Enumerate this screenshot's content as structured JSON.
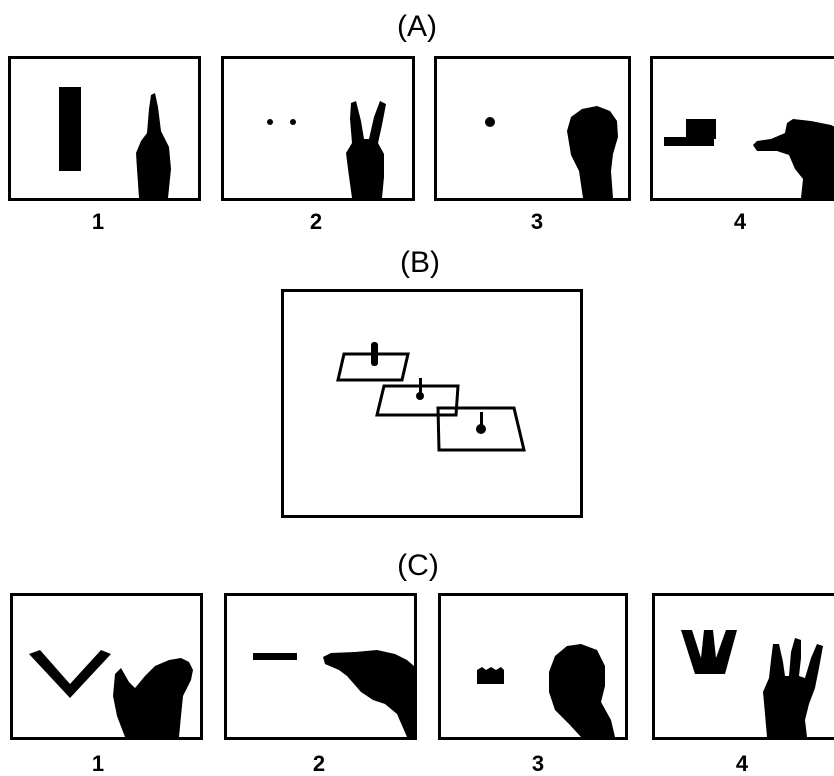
{
  "figure": {
    "section_a": {
      "label": "(A)",
      "panel_numbers": [
        "1",
        "2",
        "3",
        "4"
      ]
    },
    "section_b": {
      "label": "(B)"
    },
    "section_c": {
      "label": "(C)",
      "panel_numbers": [
        "1",
        "2",
        "3",
        "4"
      ]
    }
  }
}
